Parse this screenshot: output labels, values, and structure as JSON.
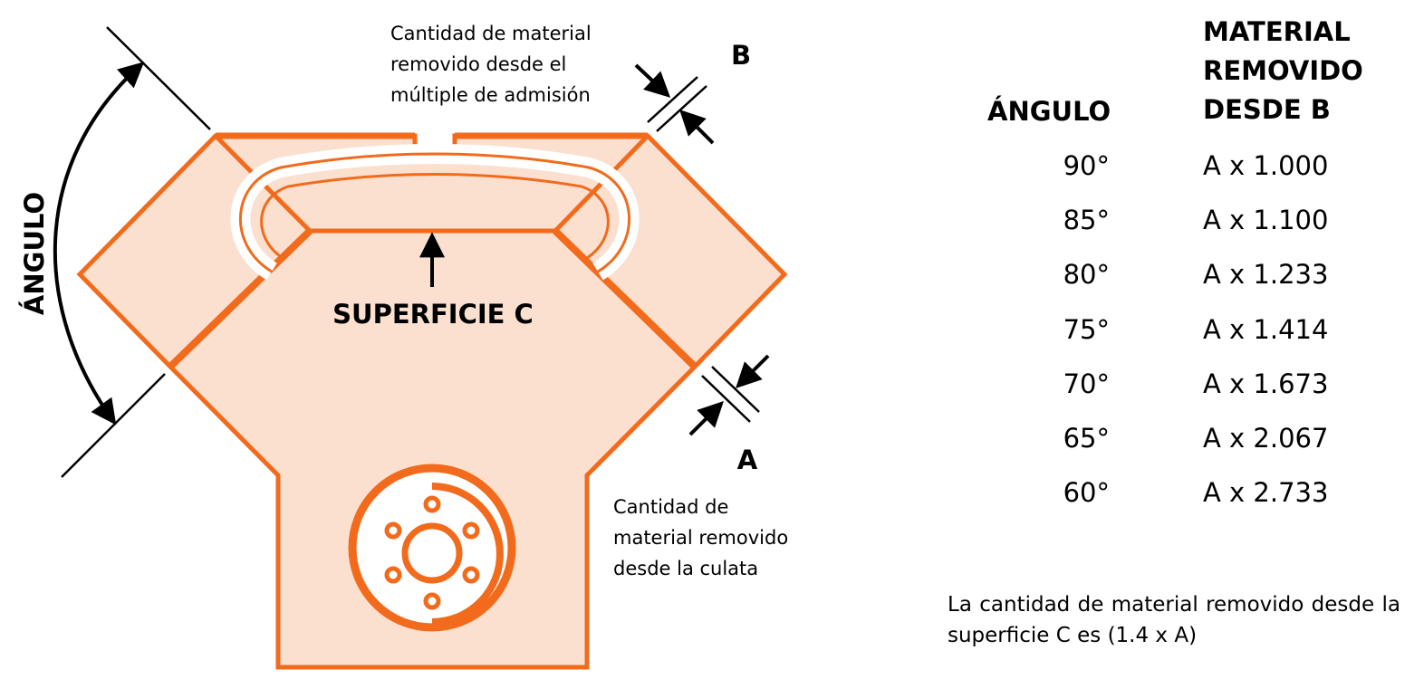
{
  "colors": {
    "accent": "#F26B1D",
    "fill": "#FBE0CF",
    "ink": "#000000"
  },
  "diagram": {
    "label_angle": "ÁNGULO",
    "label_b": "B",
    "label_a": "A",
    "label_surface": "SUPERFICIE C",
    "note_intake": "Cantidad de material\nremovido desde el\nmúltiple de admisión",
    "note_head": "Cantidad de\nmaterial removido\ndesde la culata"
  },
  "table": {
    "header_angle": "ÁNGULO",
    "header_material": "MATERIAL\nREMOVIDO\nDESDE B",
    "rows": [
      {
        "angle": "90°",
        "material": "A x 1.000"
      },
      {
        "angle": "85°",
        "material": "A x 1.100"
      },
      {
        "angle": "80°",
        "material": "A x 1.233"
      },
      {
        "angle": "75°",
        "material": "A x 1.414"
      },
      {
        "angle": "70°",
        "material": "A x 1.673"
      },
      {
        "angle": "65°",
        "material": "A x 2.067"
      },
      {
        "angle": "60°",
        "material": "A x 2.733"
      }
    ]
  },
  "footer_text": "La cantidad de material removido desde la superficie C es (1.4 x A)"
}
